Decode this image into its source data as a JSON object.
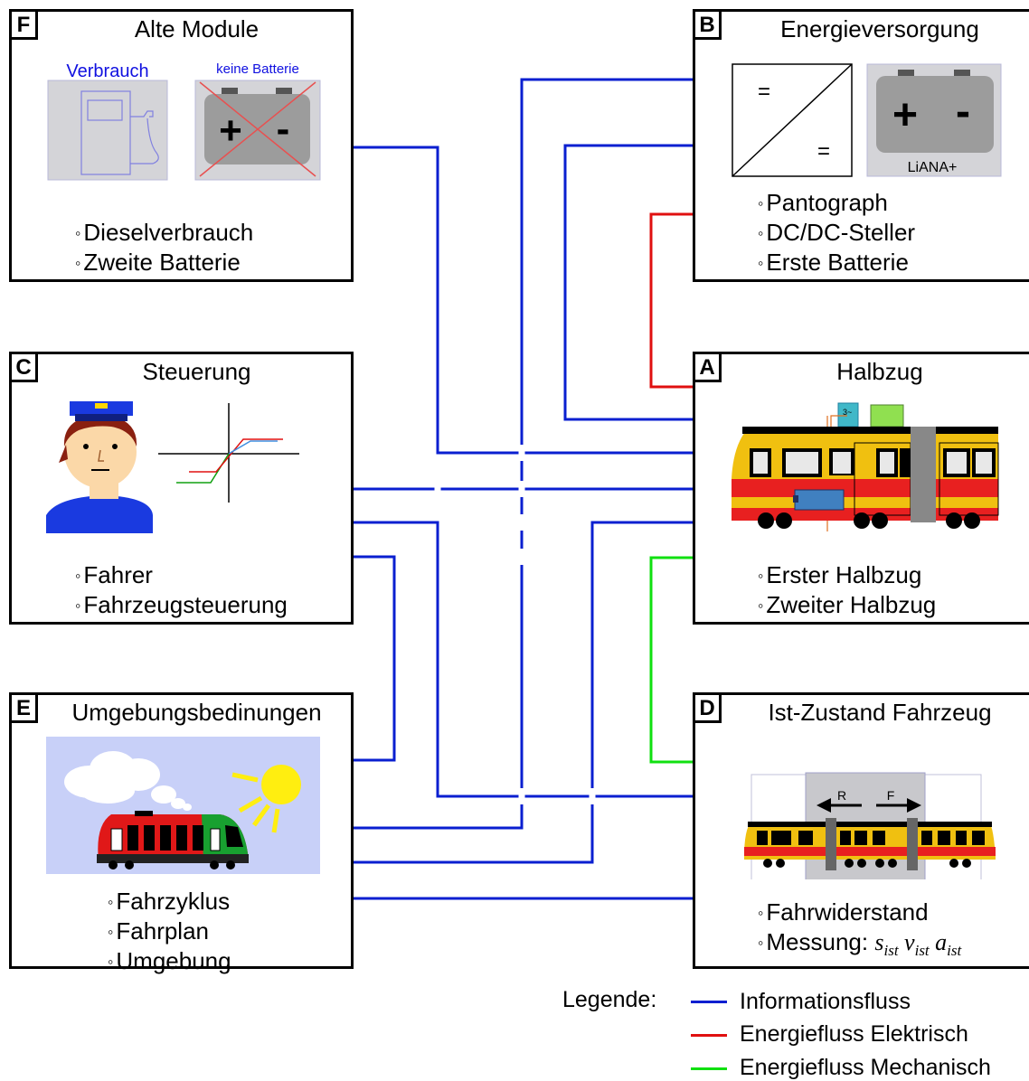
{
  "colors": {
    "information": "#0a1fd0",
    "electrical": "#e01010",
    "mechanical": "#10e010",
    "border": "#000000"
  },
  "boxes": {
    "F": {
      "letter": "F",
      "title": "Alte Module",
      "img_label_1": "Verbrauch",
      "img_label_2": "keine Batterie",
      "bullets": [
        "Dieselverbrauch",
        "Zweite Batterie"
      ]
    },
    "B": {
      "letter": "B",
      "title": "Energieversorgung",
      "converter_symbol": "=",
      "battery_plus": "+",
      "battery_minus": "-",
      "battery_label": "LiANA+",
      "bullets": [
        "Pantograph",
        "DC/DC-Steller",
        "Erste Batterie"
      ]
    },
    "C": {
      "letter": "C",
      "title": "Steuerung",
      "bullets": [
        "Fahrer",
        "Fahrzeugsteuerung"
      ]
    },
    "A": {
      "letter": "A",
      "title": "Halbzug",
      "inverter_label": "3~",
      "bullets": [
        "Erster Halbzug",
        "Zweiter Halbzug"
      ]
    },
    "E": {
      "letter": "E",
      "title": "Umgebungsbedinungen",
      "bullets": [
        "Fahrzyklus",
        "Fahrplan",
        "Umgebung"
      ]
    },
    "D": {
      "letter": "D",
      "title": "Ist-Zustand Fahrzeug",
      "arrow_left_label": "R",
      "arrow_right_label": "F",
      "bullets": [
        "Fahrwiderstand"
      ],
      "measure_label": "Messung:",
      "measure_vars": [
        {
          "base": "s",
          "sub": "ist"
        },
        {
          "base": "v",
          "sub": "ist"
        },
        {
          "base": "a",
          "sub": "ist"
        }
      ]
    }
  },
  "legend": {
    "title": "Legende:",
    "items": [
      {
        "label": "Informationsfluss",
        "color": "#0a1fd0"
      },
      {
        "label": "Energiefluss Elektrisch",
        "color": "#e01010"
      },
      {
        "label": "Energiefluss Mechanisch",
        "color": "#10e010"
      }
    ]
  }
}
